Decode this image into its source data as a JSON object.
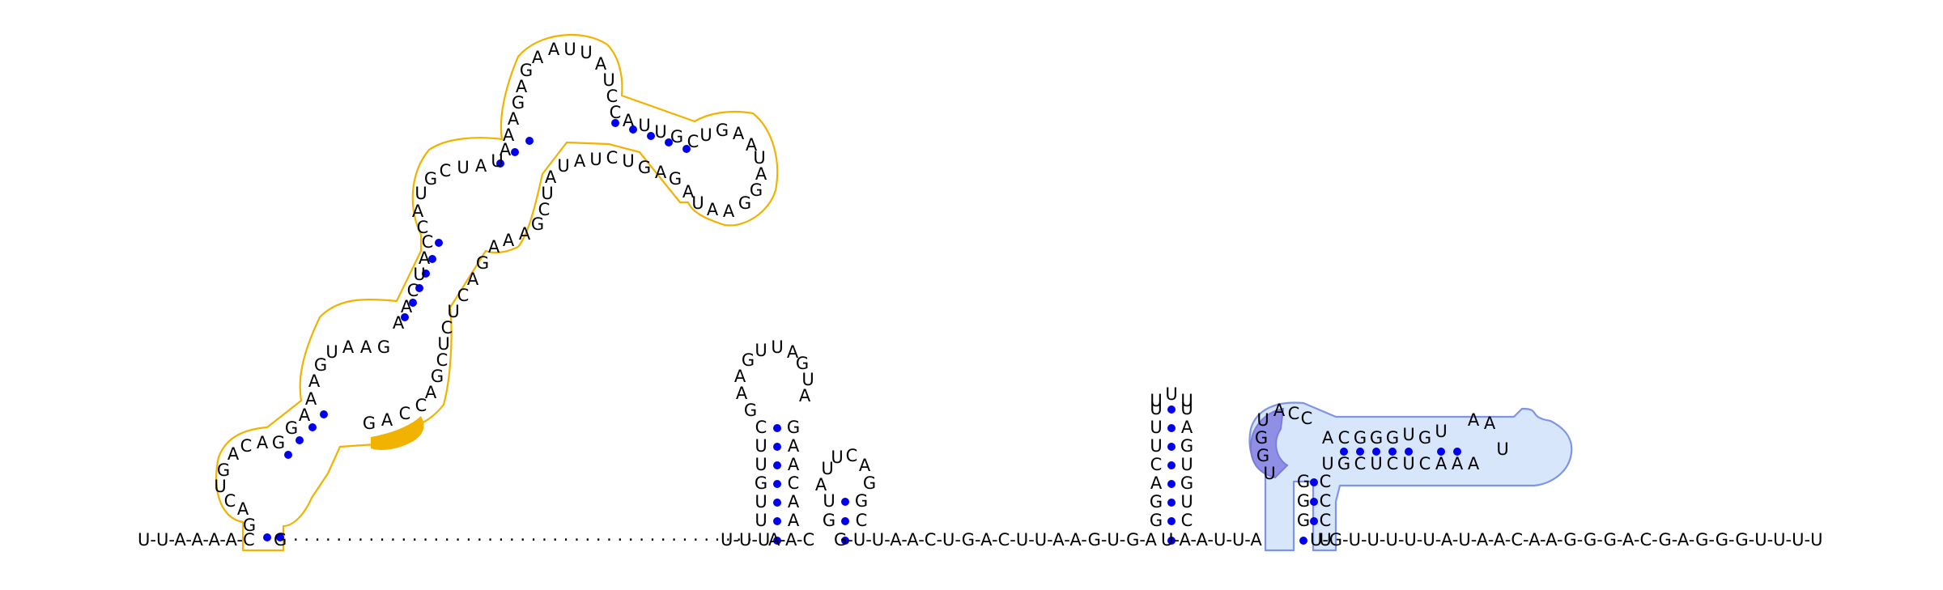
{
  "colors": {
    "base_pair": "#0000ee",
    "highlight_orange": "#f2b200",
    "highlight_blue_fill": "#d8e6fb",
    "highlight_blue_stroke": "#7e94e6",
    "highlight_purple": "#8f8fe6"
  },
  "backbone": {
    "left_prefix": "U-U-A-A-A-A-C",
    "left_end": "G",
    "dots": "· · · · · · · · · · · · · · · · · · · · · · · · · · · · · · · · · · · · · · · · · · ·",
    "seg1": "U-U-U",
    "seg2": "A-A-C",
    "seg3": "G-U-U-A-A-C-U-G-A-C-U-U-A-A-G-U-G-A",
    "seg4": "U-A-A-U-U-A",
    "seg5": "U-G-U-U-U-U-U-A-U-A-A-C-A-A-G-G-G-A-C-G-A-G-G-G-U-U-U-U"
  },
  "domain_orange": {
    "nucleotides": [
      "G",
      "A",
      "C",
      "U",
      "G",
      "A",
      "C",
      "A",
      "G",
      "G",
      "A",
      "A",
      "A",
      "G",
      "U",
      "A",
      "A",
      "G",
      "A",
      "A",
      "C",
      "U",
      "A",
      "C",
      "C",
      "A",
      "U",
      "G",
      "C",
      "U",
      "A",
      "U",
      "A",
      "A",
      "A",
      "G",
      "A",
      "G",
      "A",
      "A",
      "U",
      "U",
      "A",
      "U",
      "C",
      "C",
      "A",
      "U",
      "U",
      "G",
      "C",
      "U",
      "G",
      "A",
      "A",
      "U",
      "A",
      "G",
      "G",
      "A",
      "A",
      "U",
      "A",
      "G",
      "A",
      "G",
      "U",
      "C",
      "U",
      "A",
      "U",
      "A",
      "U",
      "C",
      "G",
      "A",
      "A",
      "A",
      "G",
      "A",
      "C",
      "U",
      "C",
      "U",
      "C",
      "G",
      "A",
      "C",
      "C",
      "A",
      "G"
    ],
    "highlighted_run": "C-A-G"
  },
  "hairpin_1": {
    "stem_left": [
      "U",
      "U",
      "G",
      "U",
      "U",
      "C"
    ],
    "stem_right": [
      "A",
      "A",
      "C",
      "A",
      "A",
      "G"
    ],
    "loop": [
      "G",
      "A",
      "A",
      "G",
      "U",
      "U",
      "A",
      "G",
      "U",
      "A"
    ]
  },
  "hairpin_2": {
    "stem_left": [
      "U",
      "G"
    ],
    "stem_right": [
      "G",
      "C"
    ],
    "loop": [
      "A",
      "U",
      "U",
      "C",
      "A",
      "G"
    ]
  },
  "hairpin_3": {
    "stem_left": [
      "U",
      "U",
      "U",
      "C",
      "A",
      "G",
      "G"
    ],
    "stem_right": [
      "U",
      "A",
      "G",
      "U",
      "G",
      "U",
      "C"
    ],
    "loop": [
      "U",
      "U",
      "U"
    ]
  },
  "domain_blue": {
    "stem_left": [
      "G",
      "G",
      "G"
    ],
    "stem_right": [
      "C",
      "C",
      "C"
    ],
    "loop_left": [
      "U",
      "G",
      "G",
      "U"
    ],
    "top_row": [
      "A",
      "C",
      "C",
      "A",
      "C",
      "G",
      "G",
      "G",
      "U",
      "G",
      "U",
      "A",
      "A"
    ],
    "bottom_row": [
      "U",
      "G",
      "C",
      "U",
      "C",
      "U",
      "C",
      "A",
      "A",
      "A"
    ],
    "tip": [
      "U"
    ]
  }
}
